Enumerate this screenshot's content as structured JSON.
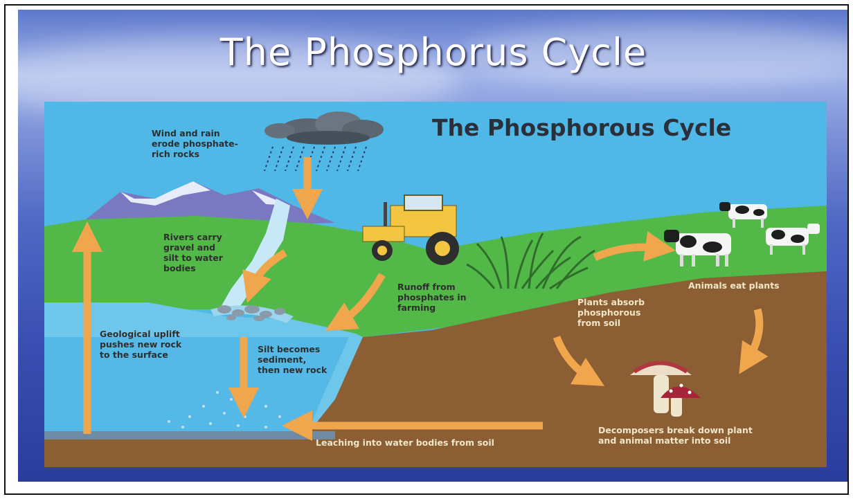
{
  "slide": {
    "title": "The Phosphorus Cycle"
  },
  "diagram": {
    "title": "The Phosphorous Cycle",
    "labels": {
      "wind_rain": "Wind and rain\nerode phosphate-\nrich rocks",
      "rivers": "Rivers carry\ngravel and\nsilt to water\nbodies",
      "uplift": "Geological uplift\npushes new rock\nto the surface",
      "silt": "Silt becomes\nsediment,\nthen new rock",
      "runoff": "Runoff from\nphosphates in\nfarming",
      "plants_absorb": "Plants absorb\nphosphorous\nfrom soil",
      "animals": "Animals eat plants",
      "decomposers": "Decomposers break down plant\nand animal matter into soil",
      "leaching": "Leaching into water bodies from soil"
    },
    "colors": {
      "sky": "#4fb8e6",
      "grass": "#52b848",
      "soil": "#8b5e34",
      "water": "#6ec6ea",
      "arrow": "#f0a64c"
    }
  }
}
